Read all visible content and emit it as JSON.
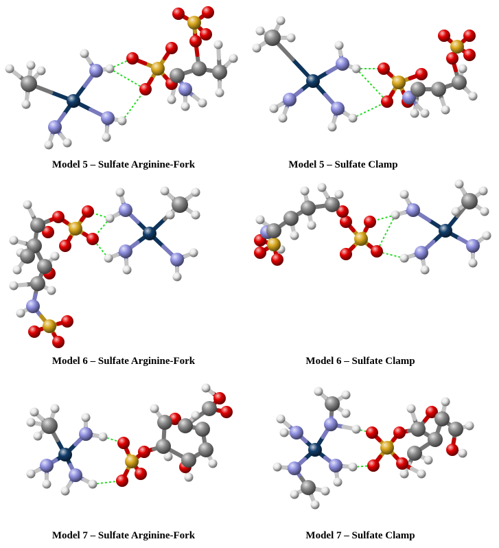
{
  "captions": {
    "p1": "Model 5 – Sulfate Arginine-Fork",
    "p2": "Model 5 – Sulfate Clamp",
    "p3": "Model 6 – Sulfate Arginine-Fork",
    "p4": "Model 6 – Sulfate Clamp",
    "p5": "Model 7 – Sulfate Arginine-Fork",
    "p6": "Model 7 – Sulfate Clamp"
  },
  "colors": {
    "background": "#ffffff",
    "guanidinium_carbon": "#123d6b",
    "nitrogen": "#8e8fe0",
    "carbon": "#8a8a8a",
    "hydrogen": "#e6e6e6",
    "oxygen": "#e00000",
    "sulfur": "#d9a81e",
    "hydrogen_bond": "#22dd22"
  },
  "legend_atoms": [
    "guanidinium-carbon",
    "nitrogen",
    "carbon",
    "hydrogen",
    "oxygen",
    "sulfur"
  ]
}
